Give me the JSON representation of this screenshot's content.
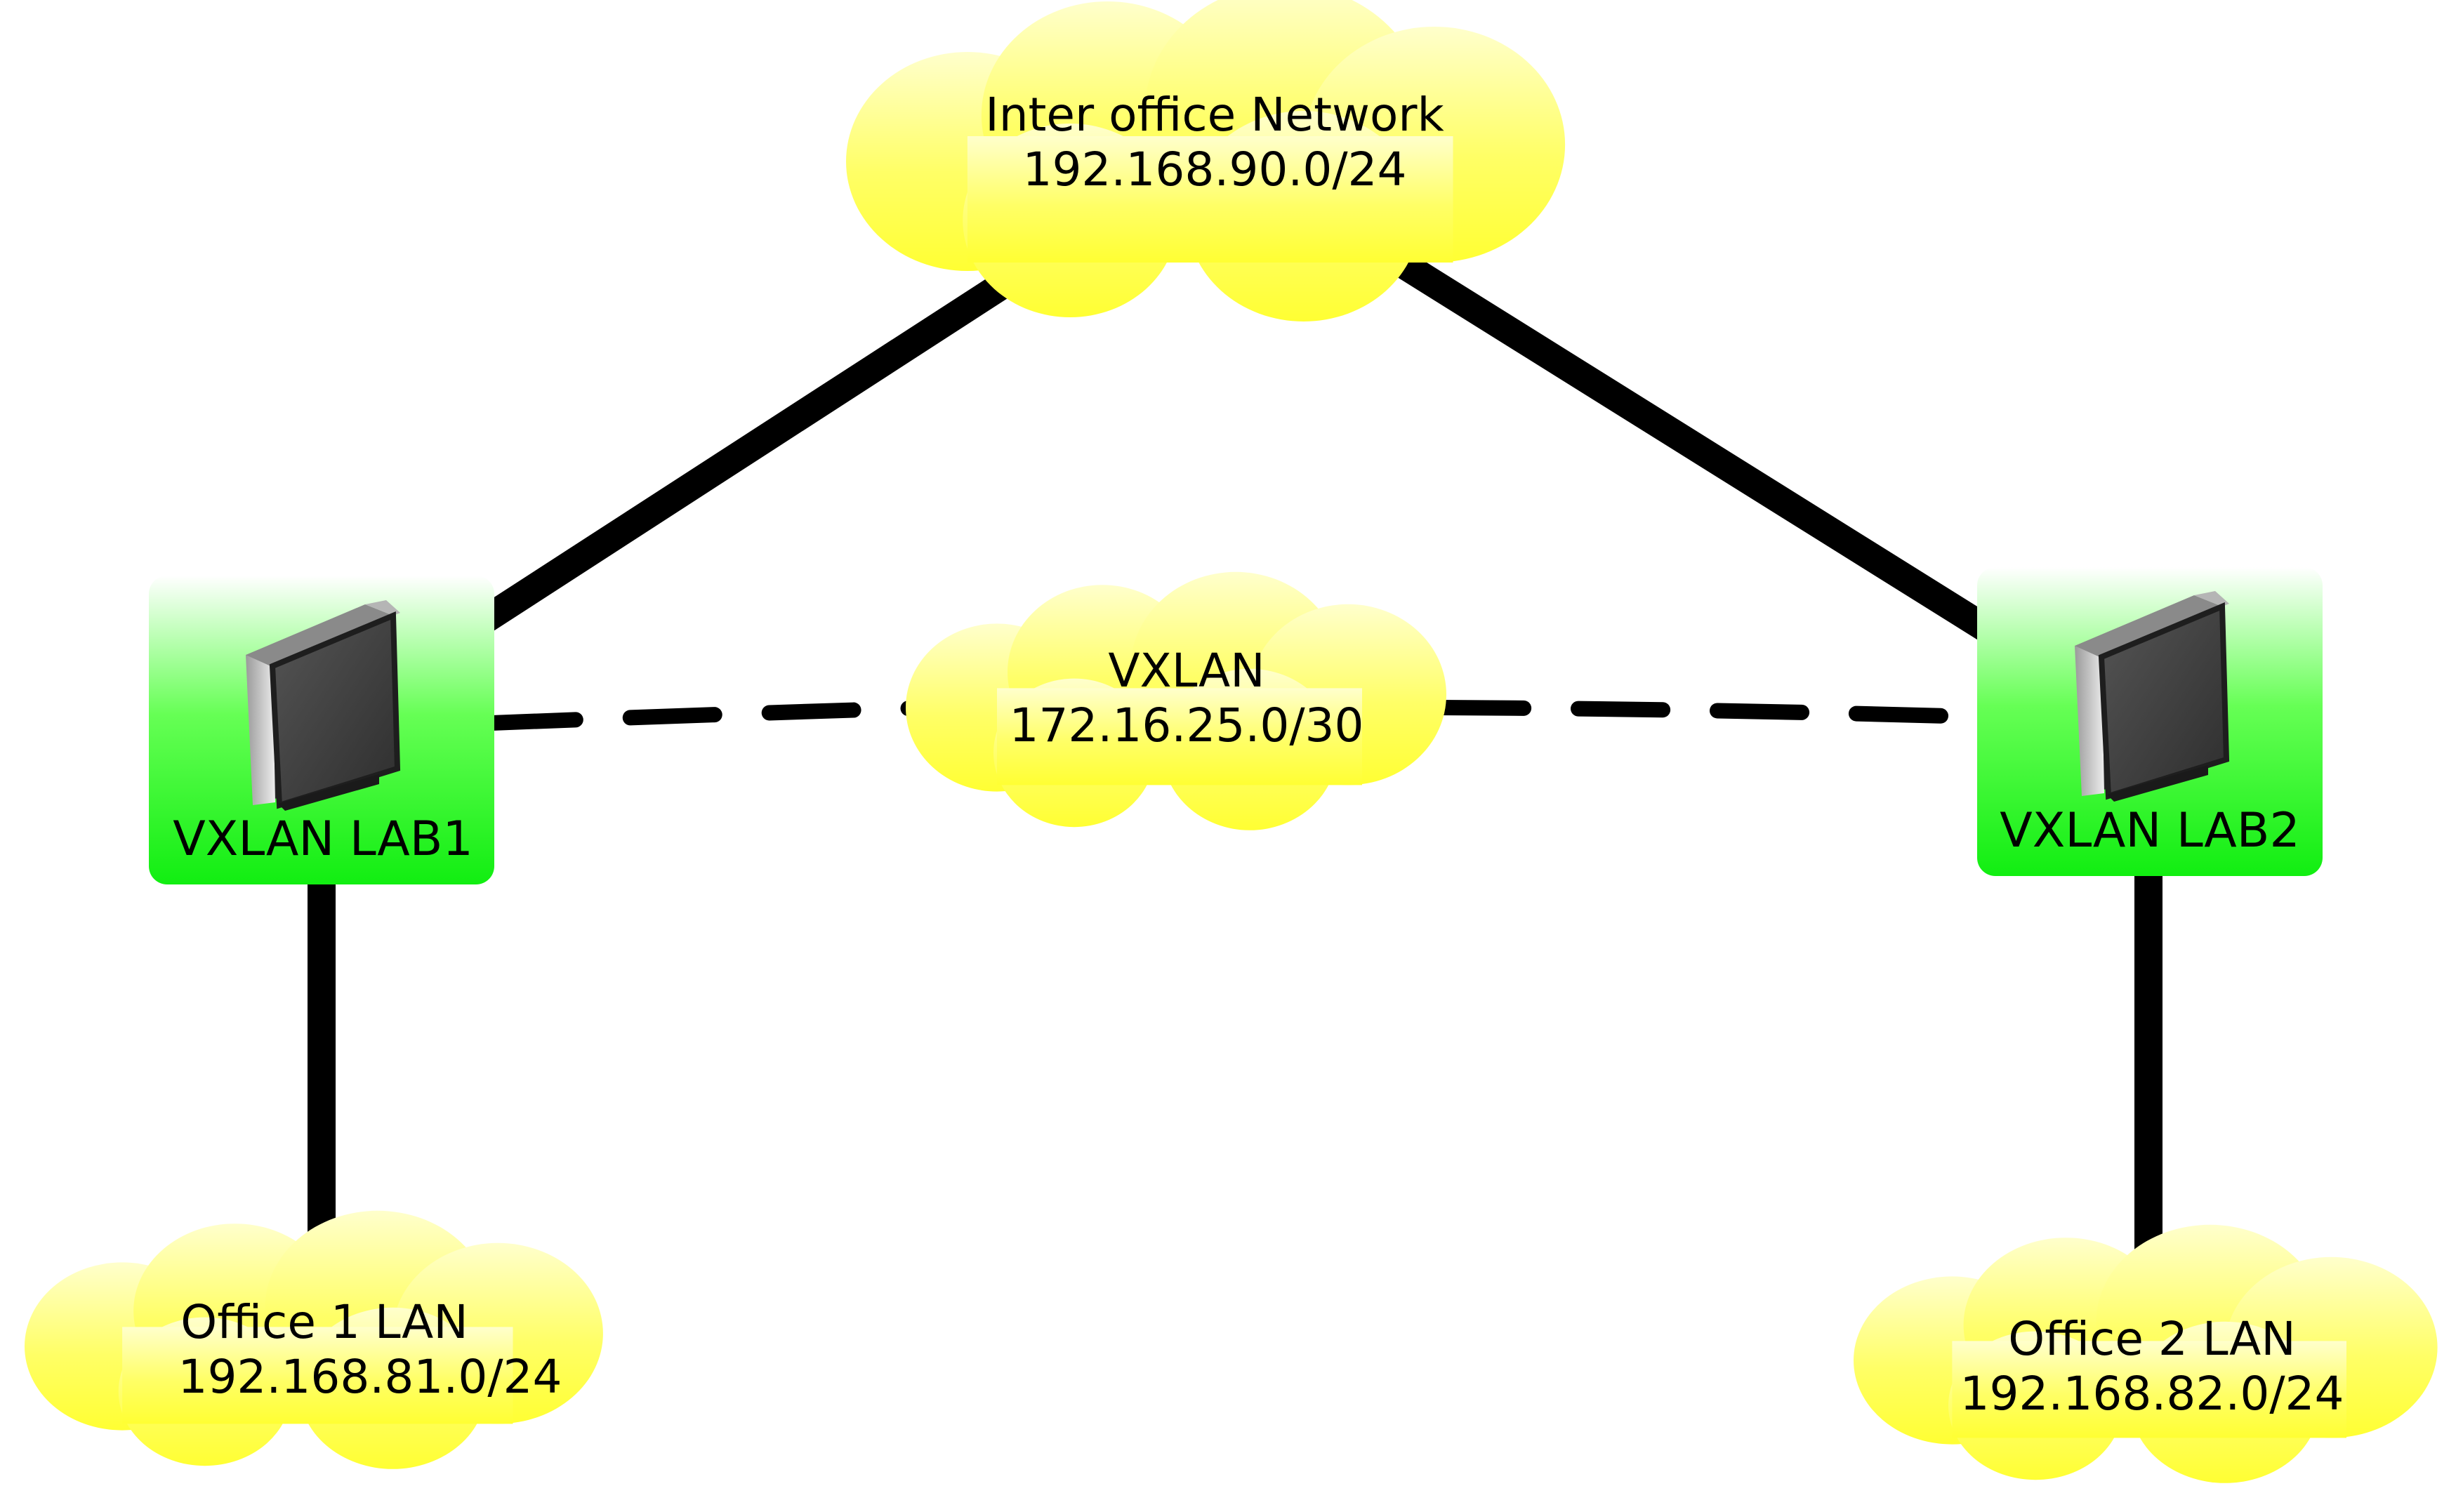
{
  "colors": {
    "link": "#000000",
    "cloud_fill": "#ffff66",
    "cloud_fill_light": "#ffffcc",
    "router_box_top": "#ffffff",
    "router_box_bottom": "#11ee11",
    "router_dark": "#3c3c3c",
    "router_light": "#d8d8d8"
  },
  "clouds": {
    "inter_office": {
      "name": "Inter office Network",
      "subnet": "192.168.90.0/24"
    },
    "vxlan": {
      "name": "VXLAN",
      "subnet": "172.16.25.0/30"
    },
    "office1": {
      "name": "Office 1 LAN",
      "subnet": "192.168.81.0/24"
    },
    "office2": {
      "name": "Office 2 LAN",
      "subnet": "192.168.82.0/24"
    }
  },
  "routers": {
    "lab1": {
      "label": "VXLAN LAB1",
      "icon": "router-icon"
    },
    "lab2": {
      "label": "VXLAN LAB2",
      "icon": "router-icon"
    }
  },
  "links": [
    {
      "from": "lab1",
      "to": "inter_office",
      "style": "solid"
    },
    {
      "from": "lab2",
      "to": "inter_office",
      "style": "solid"
    },
    {
      "from": "lab1",
      "to": "office1",
      "style": "solid"
    },
    {
      "from": "lab2",
      "to": "office2",
      "style": "solid"
    },
    {
      "from": "lab1",
      "to": "lab2",
      "via": "vxlan",
      "style": "dashed"
    }
  ]
}
